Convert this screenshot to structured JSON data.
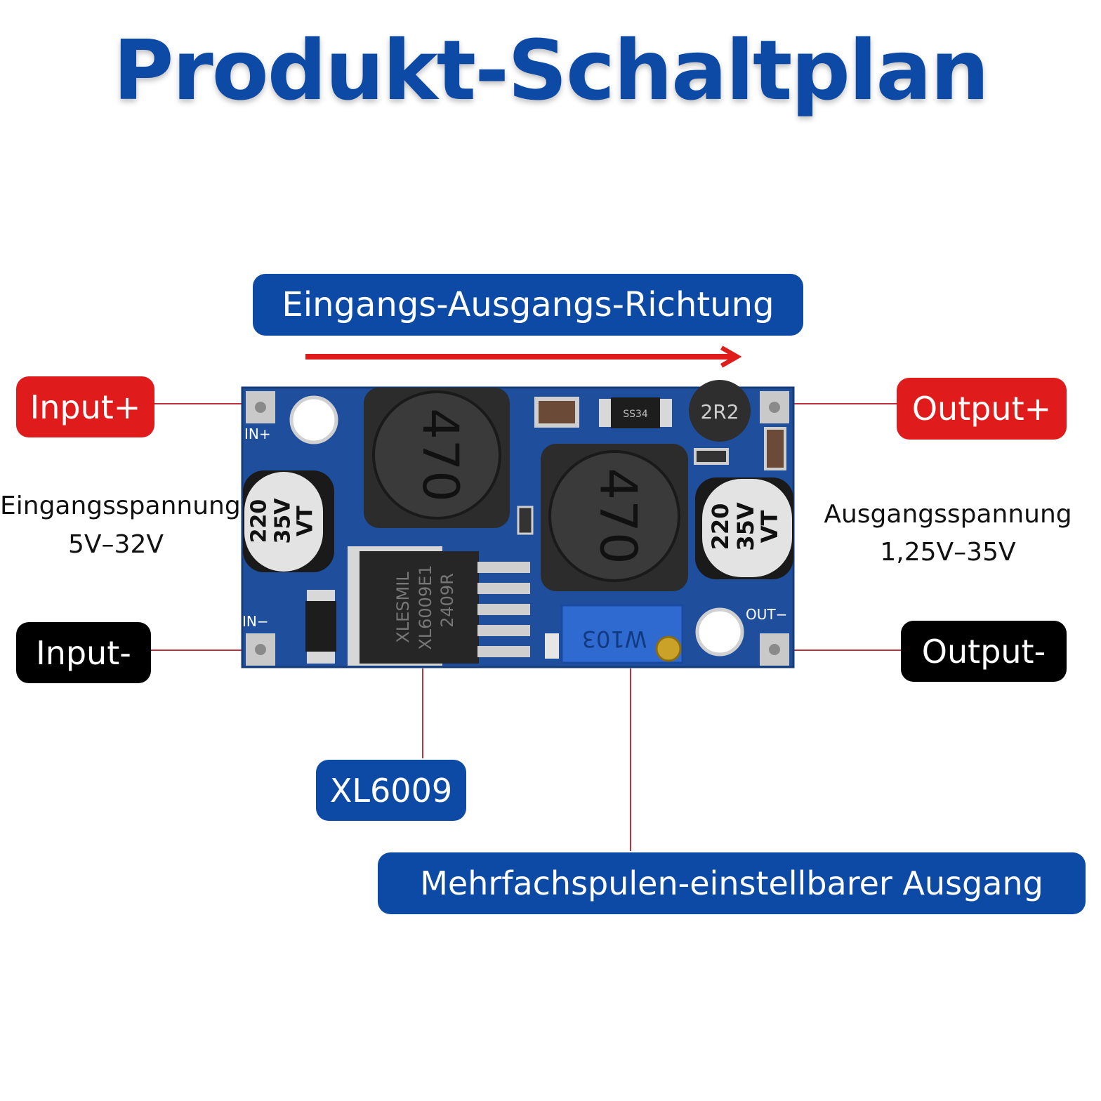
{
  "title": "Produkt-Schaltplan",
  "direction_label": "Eingangs-Ausgangs-Richtung",
  "labels": {
    "input_plus": "Input+",
    "input_minus": "Input-",
    "output_plus": "Output+",
    "output_minus": "Output-",
    "chip": "XL6009",
    "adjust": "Mehrfachspulen-einstellbarer Ausgang"
  },
  "input_voltage": {
    "label": "Eingangsspannung",
    "range": "5V–32V"
  },
  "output_voltage": {
    "label": "Ausgangsspannung",
    "range": "1,25V–35V"
  },
  "board": {
    "pad_in_plus": "IN+",
    "pad_in_minus": "IN−",
    "pad_out_minus": "OUT−",
    "inductor": "470",
    "small_inductor": "2R2",
    "diode": "SS34",
    "cap_value": "220",
    "cap_voltage": "35V",
    "cap_series": "VT",
    "ic_line1": "XLESMIL",
    "ic_line2": "XL6009E1",
    "ic_line3": "2409R",
    "pot": "W103"
  },
  "colors": {
    "blue": "#0d4aa6",
    "red": "#e01b1b",
    "black": "#000000",
    "pcb": "#1f4f9c"
  }
}
